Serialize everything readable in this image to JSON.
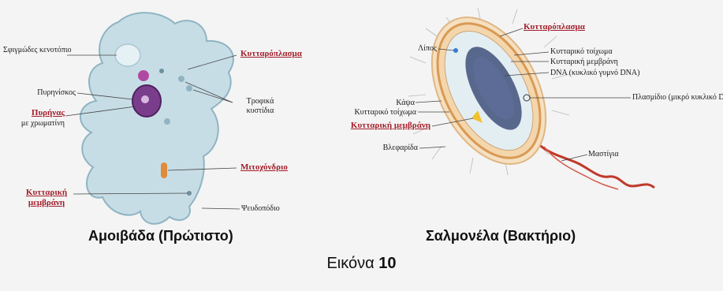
{
  "amoeba": {
    "title": "Αμοιβάδα (Πρώτιστο)",
    "labels": {
      "contractile_vacuole": "Σφιγμώδες κενοτόπιο",
      "cytoplasm": "Κυτταρόπλασμα",
      "nucleolus": "Πυρηνίσκος",
      "food_vacuoles": "Τροφικά κυστίδια",
      "nucleus": "Πυρήνας",
      "chromatin": "με χρωματίνη",
      "mitochondrion": "Μιτοχόνδριο",
      "cell_membrane": "Κυτταρική μεμβράνη",
      "pseudopod": "Ψευδοπόδιο"
    }
  },
  "salmonella": {
    "title": "Σαλμονέλα (Βακτήριο)",
    "labels": {
      "cytoplasm": "Κυτταρόπλασμα",
      "lipid": "Λίπος",
      "cell_wall_top": "Κυτταρικό τοίχωμα",
      "cell_membrane_top": "Κυτταρική μεμβράνη",
      "dna": "DNA (κυκλικό γυμνό DNA)",
      "plasmid": "Πλασμίδιο (μικρό κυκλικό DNA)",
      "capsule": "Κάψα",
      "cell_wall": "Κυτταρικό τοίχωμα",
      "cell_membrane": "Κυτταρική μεμβράνη",
      "cilia": "Βλεφαρίδα",
      "flagellum": "Μαστίγια"
    }
  },
  "caption": {
    "prefix": "Εικόνα",
    "number": "10"
  }
}
